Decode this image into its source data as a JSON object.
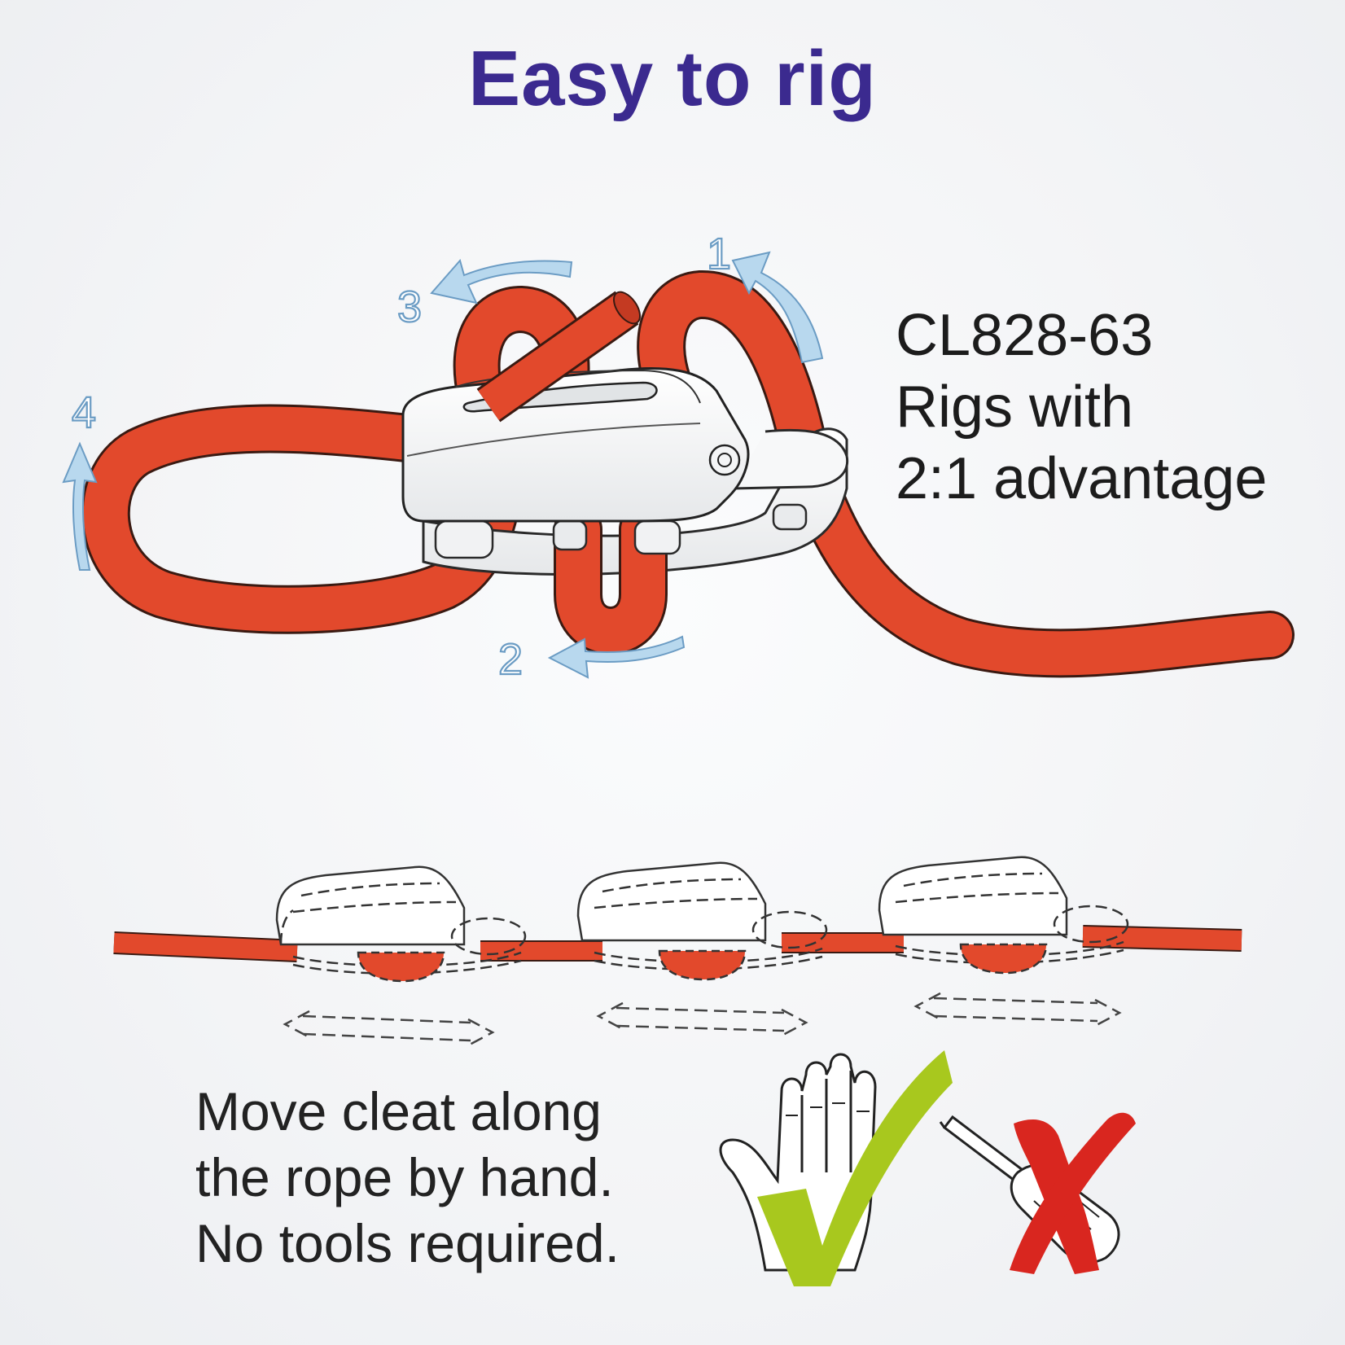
{
  "title": "Easy to rig",
  "model_label": "CL828-63",
  "rig_text_line1": "Rigs with",
  "rig_text_line2": "2:1 advantage",
  "steps": [
    "1",
    "2",
    "3",
    "4"
  ],
  "instructions": {
    "line1": "Move cleat along",
    "line2": "the rope by hand.",
    "line3": "No tools required."
  },
  "colors": {
    "title": "#3b2a8f",
    "rope": "#e2492c",
    "arrow": "#b8d8ee",
    "check": "#a8c81e",
    "cross": "#d9261f"
  },
  "icons": [
    "hand-icon",
    "check-mark-icon",
    "screwdriver-icon",
    "cross-mark-icon"
  ]
}
